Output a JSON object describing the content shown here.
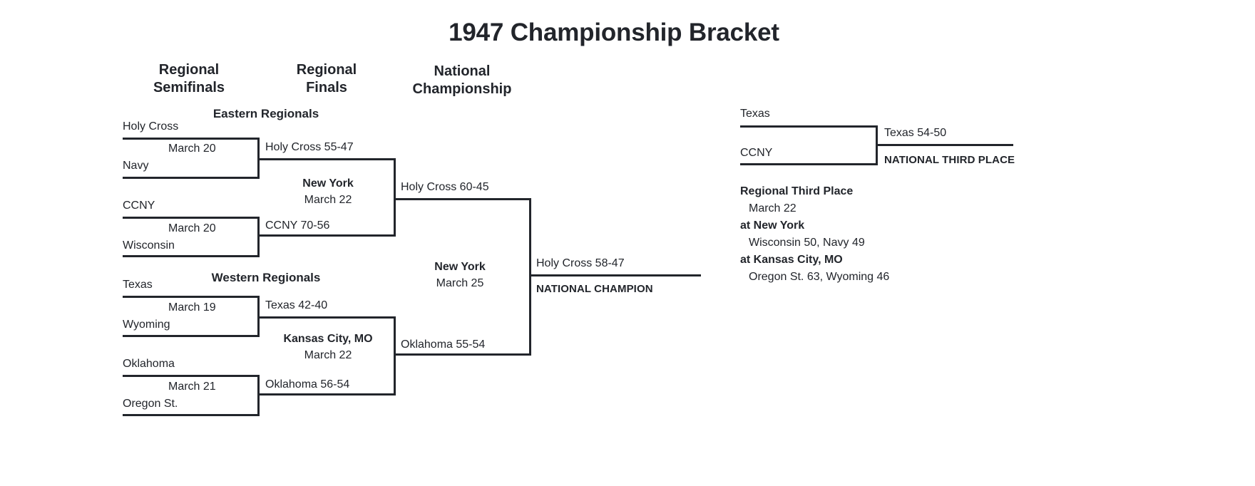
{
  "title": "1947 Championship Bracket",
  "headers": {
    "regional_semifinals_line1": "Regional",
    "regional_semifinals_line2": "Semifinals",
    "regional_finals_line1": "Regional",
    "regional_finals_line2": "Finals",
    "national_championship_line1": "National",
    "national_championship_line2": "Championship"
  },
  "regions": {
    "eastern": "Eastern Regionals",
    "western": "Western Regionals"
  },
  "semifinals": [
    {
      "team_top": "Holy Cross",
      "team_bottom": "Navy",
      "date": "March 20"
    },
    {
      "team_top": "CCNY",
      "team_bottom": "Wisconsin",
      "date": "March 20"
    },
    {
      "team_top": "Texas",
      "team_bottom": "Wyoming",
      "date": "March 19"
    },
    {
      "team_top": "Oklahoma",
      "team_bottom": "Oregon St.",
      "date": "March 21"
    }
  ],
  "regional_finals": [
    {
      "result_top": "Holy Cross 55-47",
      "result_bottom": "CCNY 70-56",
      "site": "New York",
      "date": "March 22"
    },
    {
      "result_top": "Texas 42-40",
      "result_bottom": "Oklahoma 56-54",
      "site": "Kansas City, MO",
      "date": "March 22"
    }
  ],
  "national_semifinals": {
    "result_top": "Holy Cross 60-45",
    "result_bottom": "Oklahoma 55-54",
    "site": "New York",
    "date": "March 25"
  },
  "final": {
    "result": "Holy Cross 58-47",
    "tag": "NATIONAL CHAMPION"
  },
  "third_place": {
    "team_top": "Texas",
    "team_bottom": "CCNY",
    "result": "Texas 54-50",
    "tag": "NATIONAL THIRD PLACE"
  },
  "regional_third_place": {
    "heading": "Regional Third Place",
    "date": "March 22",
    "site_1": "at New York",
    "score_1": "Wisconsin 50, Navy 49",
    "site_2": "at Kansas City, MO",
    "score_2": "Oregon St. 63, Wyoming 46"
  },
  "colors": {
    "ink": "#22252b",
    "background": "#ffffff"
  }
}
